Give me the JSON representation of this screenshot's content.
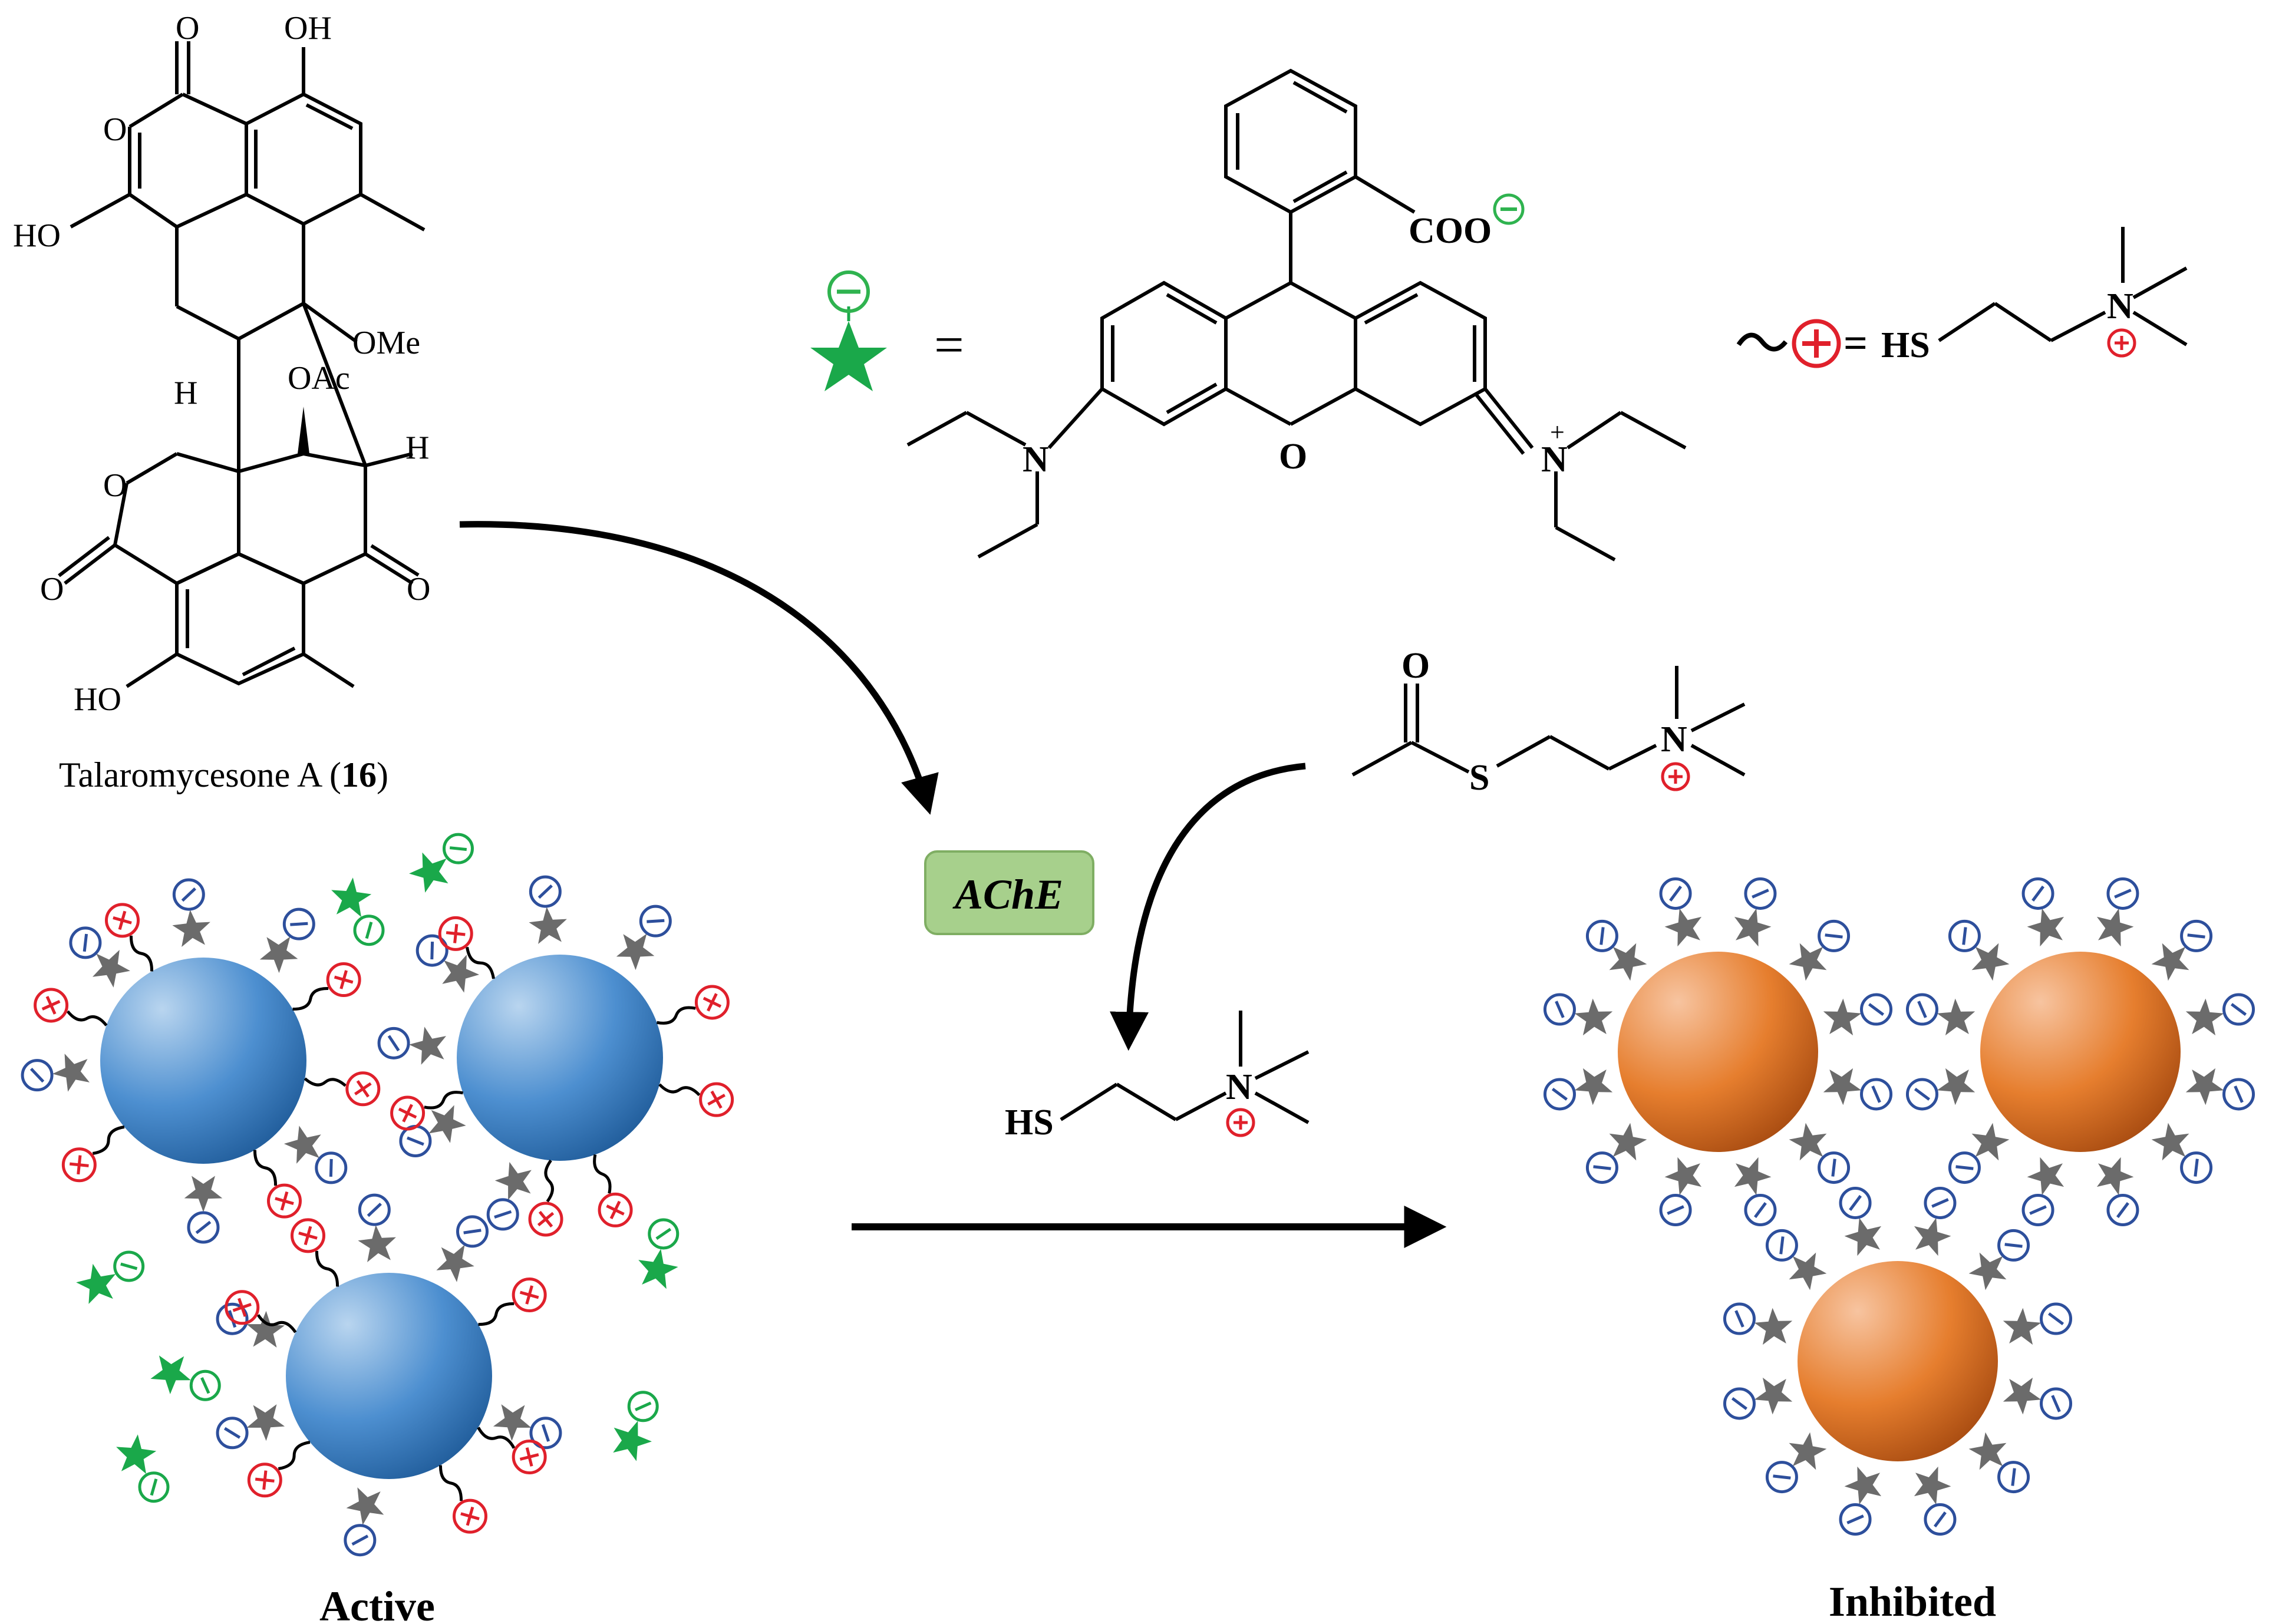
{
  "molecule": {
    "atoms": {
      "o_top": "O",
      "oh_top": "OH",
      "o_ring1": "O",
      "ho_left": "HO",
      "ome": "OMe",
      "h_left": "H",
      "oac": "OAc",
      "h_right": "H",
      "o_ring2": "O",
      "o_carbonyl_left": "O",
      "o_carbonyl_right": "O",
      "ho_bottom": "HO"
    },
    "caption_prefix": "Talaromycesone A (",
    "caption_number": "16",
    "caption_suffix": ")"
  },
  "rhodamine": {
    "equals": "=",
    "coo": "COO",
    "o_ring": "O",
    "n_left": "N",
    "n_right": "N",
    "plus": "+",
    "colors": {
      "star": "#1aa84a",
      "charge_outline": "#2fb34f"
    }
  },
  "thiocholine_legend": {
    "equals": "=",
    "hs": "HS",
    "n": "N",
    "colors": {
      "positive": "#e0202b"
    }
  },
  "substrate": {
    "o": "O",
    "s": "S",
    "n": "N"
  },
  "product": {
    "hs": "HS",
    "n": "N"
  },
  "enzyme": {
    "label": "AChE",
    "colors": {
      "fill": "#a7d08c",
      "border": "#7fae63"
    }
  },
  "labels": {
    "active": "Active",
    "inhibited": "Inhibited"
  },
  "colors": {
    "gray_star": "#6b6b6b",
    "negative_blue": "#2d4f9c",
    "positive_red": "#e0202b",
    "sphere_blue": "#4d8fd0",
    "sphere_orange": "#e67e2e",
    "green": "#1aa84a"
  }
}
